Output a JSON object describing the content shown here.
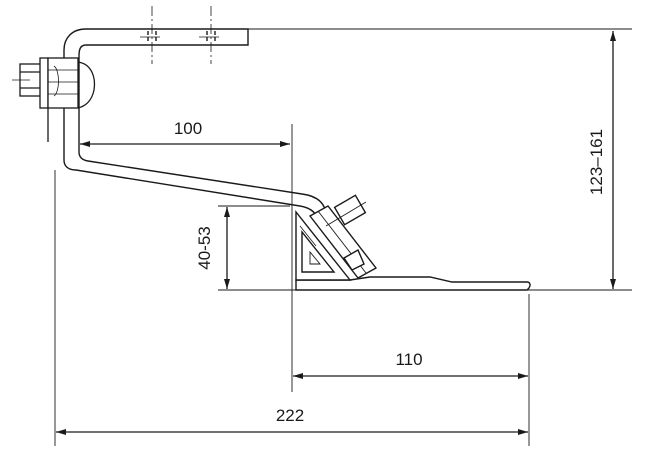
{
  "dimensions": {
    "offset": "100",
    "height_range": "40-53",
    "total_height": "123–161",
    "base_length": "110",
    "total_length": "222"
  },
  "colors": {
    "line": "#1a1a1a",
    "background": "#ffffff"
  }
}
